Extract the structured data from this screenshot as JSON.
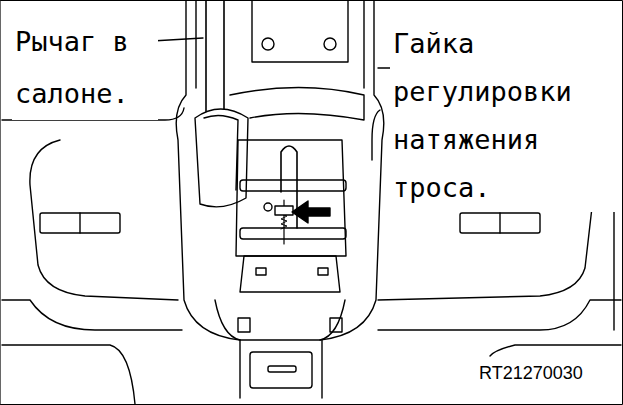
{
  "diagram": {
    "labels": [
      "Рычаг в салоне.",
      "Гайка регулировки натяжения троса.",
      "RT21270030"
    ]
  }
}
